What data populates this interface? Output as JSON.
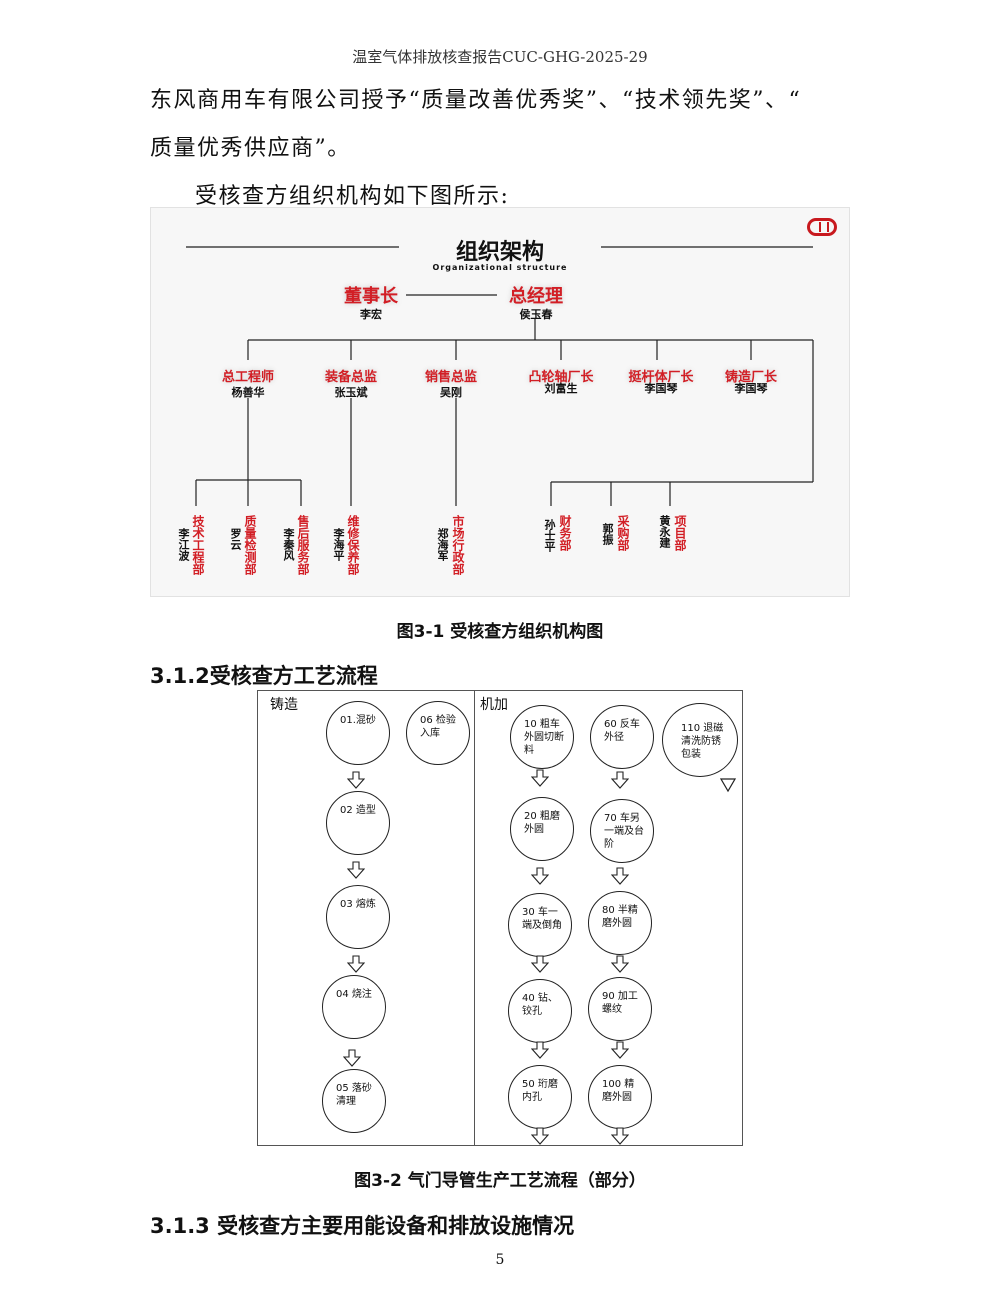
{
  "header": "温室气体排放核查报告CUC-GHG-2025-29",
  "paragraph1": {
    "line1": "东风商用车有限公司授予“质量改善优秀奖”、“技术领先奖”、“",
    "line2": "质量优秀供应商”。"
  },
  "intro": "受核查方组织机构如下图所示:",
  "org_chart": {
    "title": "组织架构",
    "subtitle": "Organizational structure",
    "top": [
      {
        "role": "董事长",
        "name": "李宏"
      },
      {
        "role": "总经理",
        "name": "侯玉春"
      }
    ],
    "mid": [
      {
        "role": "总工程师",
        "name": "杨善华"
      },
      {
        "role": "装备总监",
        "name": "张玉斌"
      },
      {
        "role": "销售总监",
        "name": "吴刚"
      },
      {
        "role": "凸轮轴厂长",
        "name": "刘富生"
      },
      {
        "role": "挺杆体厂长",
        "name": "李国琴"
      },
      {
        "role": "铸造厂长",
        "name": "李国琴"
      }
    ],
    "departments": [
      {
        "dept": "技术工程部",
        "name": "李江波"
      },
      {
        "dept": "质量检测部",
        "name": "罗云"
      },
      {
        "dept": "售后服务部",
        "name": "李秦风"
      },
      {
        "dept": "维修保养部",
        "name": "李海平"
      },
      {
        "dept": "市场行政部",
        "name": "郑海军"
      },
      {
        "dept": "财务部",
        "name": "孙士平"
      },
      {
        "dept": "采购部",
        "name": "郭振"
      },
      {
        "dept": "项目部",
        "name": "黄永建"
      }
    ]
  },
  "caption1": "图3-1 受核查方组织机构图",
  "section1": "3.1.2受核查方工艺流程",
  "flow": {
    "lanes": [
      "铸造",
      "机加"
    ],
    "casting": [
      "01.混砂",
      "06 检验入库",
      "02 造型",
      "03 熔炼",
      "04 烧注",
      "05 落砂清理"
    ],
    "machining_col1": [
      "10 粗车外圆切断料",
      "20 粗磨外圆",
      "30 车一端及倒角",
      "40 钻、铰孔",
      "50 珩磨内孔"
    ],
    "machining_col2": [
      "60 反车外径",
      "70 车另一端及台阶",
      "80 半精磨外圆",
      "90 加工螺纹",
      "100 精磨外圆"
    ],
    "final": "110 退磁清洗防锈包装"
  },
  "caption2": "图3-2 气门导管生产工艺流程（部分）",
  "section2": "3.1.3 受核查方主要用能设备和排放设施情况",
  "page_number": "5",
  "colors": {
    "accent_red": "#d21e25"
  }
}
